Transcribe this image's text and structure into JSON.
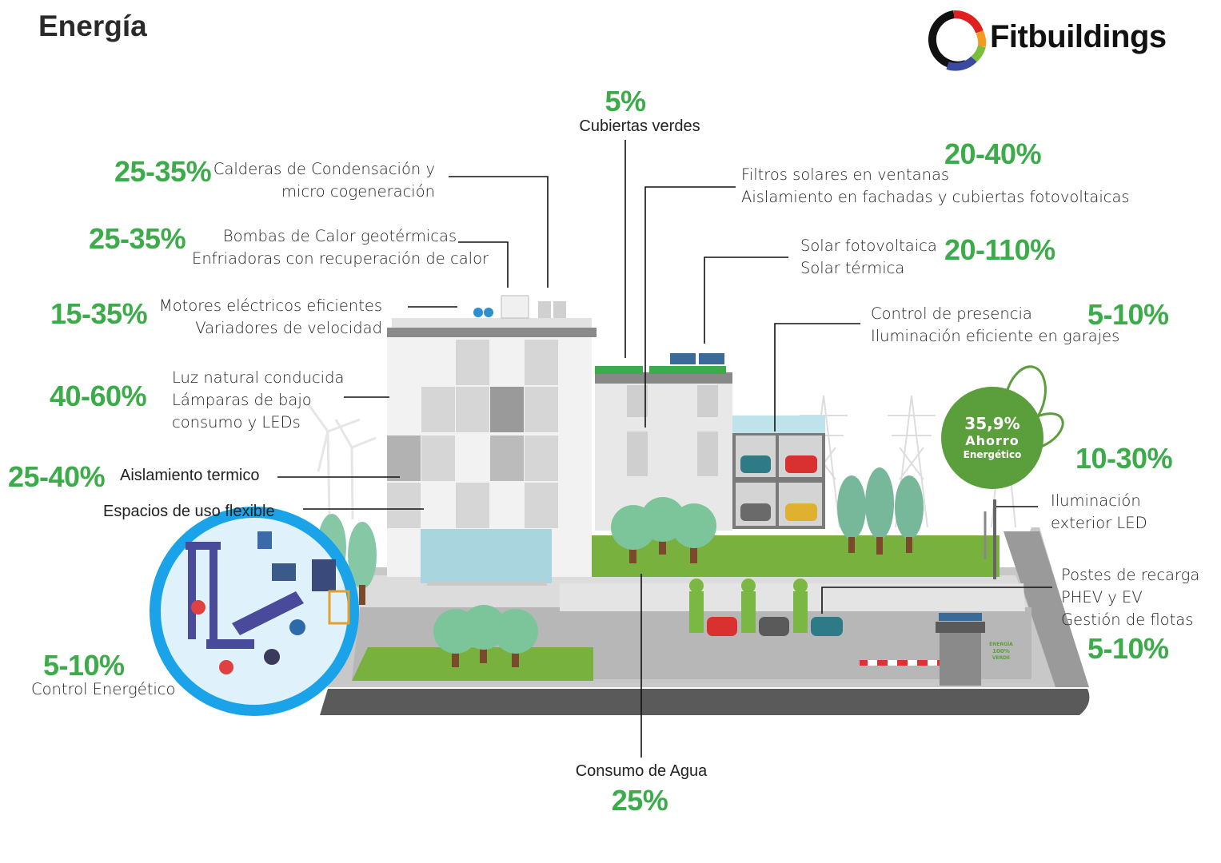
{
  "header": {
    "title": "Energía",
    "brand": "Fitbuildings"
  },
  "badge": {
    "value": "35,9%",
    "line1": "Ahorro",
    "line2": "Energético"
  },
  "gate_badge": {
    "line1": "ENERGÍA",
    "line2": "100%",
    "line3": "VERDE"
  },
  "items": {
    "cubiertas": {
      "pct": "5%",
      "l1": "Cubiertas verdes"
    },
    "calderas": {
      "pct": "25-35%",
      "l1": "Calderas de Condensación y",
      "l2": "micro cogeneración"
    },
    "bombas": {
      "pct": "25-35%",
      "l1": "Bombas de Calor geotérmicas",
      "l2": "Enfriadoras con recuperación de calor"
    },
    "motores": {
      "pct": "15-35%",
      "l1": "Motores eléctricos eficientes",
      "l2": "Variadores de velocidad"
    },
    "luz": {
      "pct": "40-60%",
      "l1": "Luz natural conducida",
      "l2": "Lámparas de bajo",
      "l3": "consumo y LEDs"
    },
    "aislamiento": {
      "pct": "25-40%",
      "l1": "Aislamiento termico"
    },
    "espacios": {
      "l1": "Espacios de uso flexible"
    },
    "control_energetico": {
      "pct": "5-10%",
      "l1": "Control Energético"
    },
    "filtros": {
      "pct": "20-40%",
      "l1": "Filtros solares en ventanas",
      "l2": "Aislamiento en fachadas y cubiertas fotovoltaicas"
    },
    "solar": {
      "pct": "20-110%",
      "l1": "Solar  fotovoltaica",
      "l2": "Solar térmica"
    },
    "presencia": {
      "pct": "5-10%",
      "l1": "Control de presencia",
      "l2": "Iluminación eficiente en garajes"
    },
    "exterior": {
      "pct": "10-30%",
      "l1": "Iluminación",
      "l2": "exterior LED"
    },
    "recarga": {
      "pct": "5-10%",
      "l1": "Postes de recarga",
      "l2": "PHEV y EV",
      "l3": "Gestión de flotas"
    },
    "agua": {
      "pct": "25%",
      "l1": "Consumo de Agua"
    }
  },
  "colors": {
    "accent_green": "#3cab4a",
    "ring_blue": "#1aa3e8",
    "grass": "#78b13e",
    "badge": "#5b9e3c"
  }
}
